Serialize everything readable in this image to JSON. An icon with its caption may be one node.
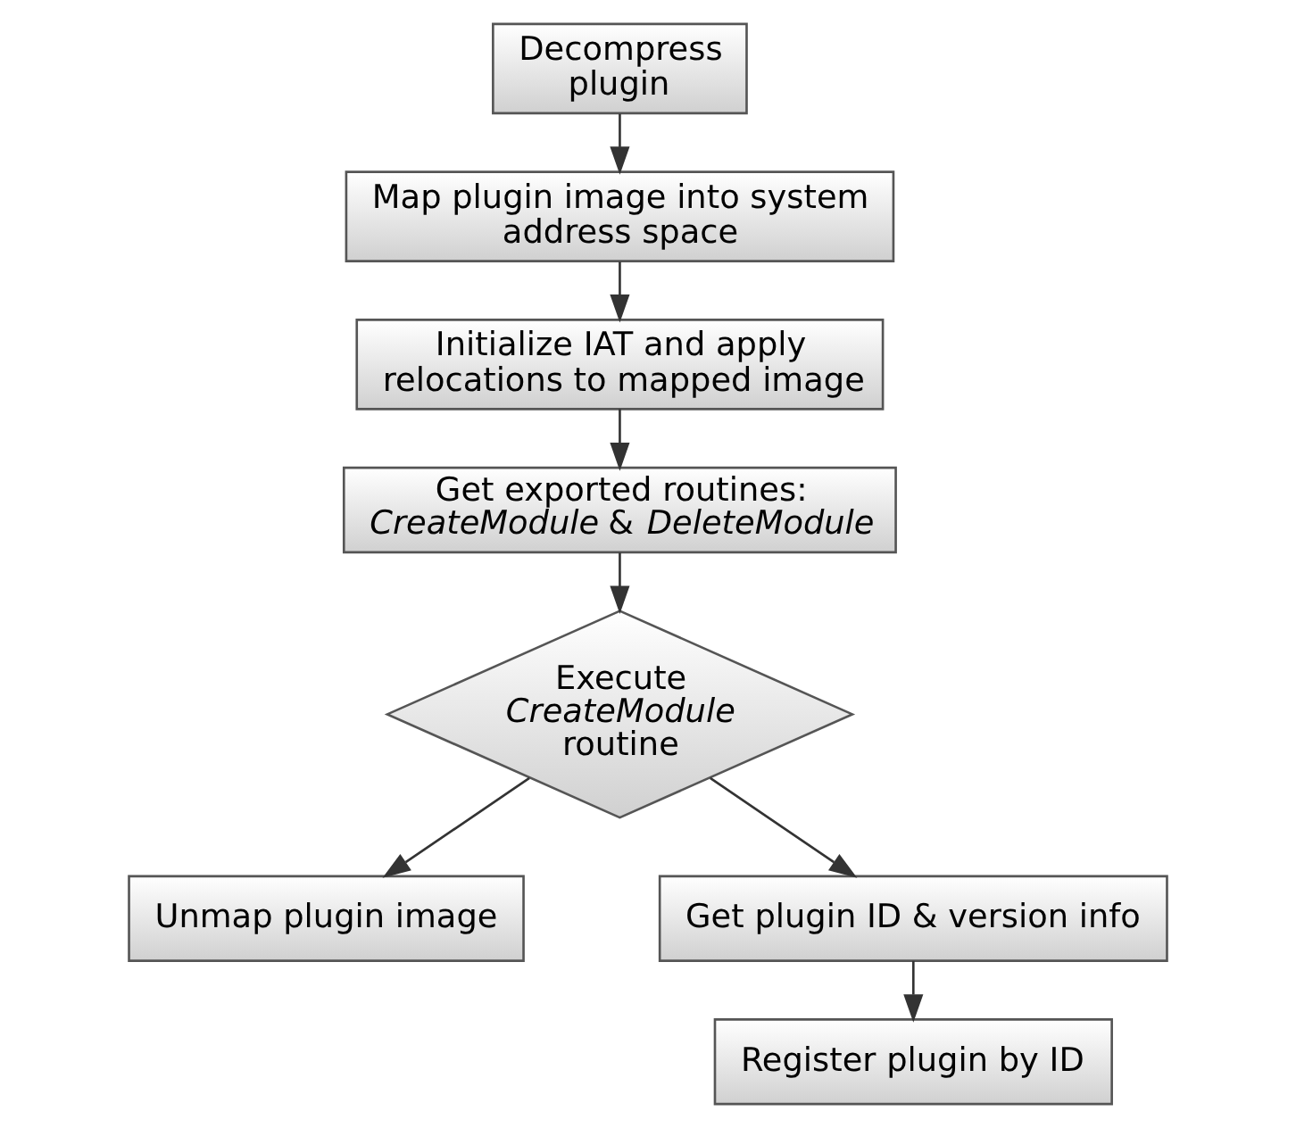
{
  "diagram": {
    "nodes": [
      {
        "text": [
          "Decompress plugin"
        ]
      },
      {
        "text": [
          "Map plugin image into system address space"
        ]
      },
      {
        "text": [
          "Initialize IAT and apply relocations to mapped image"
        ]
      },
      {
        "text": [
          "Get exported routines: *CreateModule* & *DeleteModule*"
        ]
      },
      {
        "text": [
          "Execute *CreateModule* routine"
        ]
      },
      {
        "text": [
          "Unmap plugin image"
        ]
      },
      {
        "text": [
          "Get plugin ID & version info"
        ]
      },
      {
        "text": [
          "Register plugin by ID"
        ]
      }
    ],
    "edges": [
      {
        "from": 0,
        "to": 1,
        "arrow": "to"
      },
      {
        "from": 1,
        "to": 2,
        "arrow": "to"
      },
      {
        "from": 2,
        "to": 3,
        "arrow": "to"
      },
      {
        "from": 3,
        "to": 4,
        "arrow": "to"
      },
      {
        "from": 4,
        "to": 5,
        "arrow": "to"
      },
      {
        "from": 4,
        "to": 6,
        "arrow": "to"
      },
      {
        "from": 6,
        "to": 7,
        "arrow": "to"
      }
    ]
  }
}
